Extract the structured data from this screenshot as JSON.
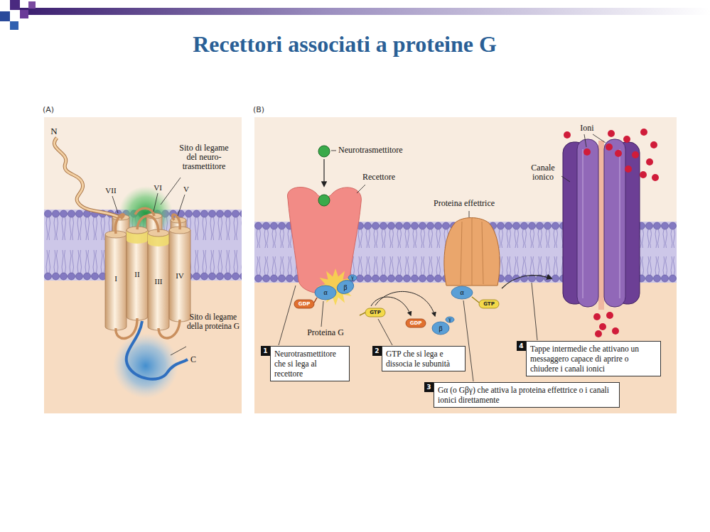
{
  "diagram": {
    "title": "Recettori associati a proteine G",
    "nodes": [
      {
        "text": [
          "(A)"
        ]
      },
      {
        "text": [
          "(B)"
        ]
      },
      {
        "text": [
          "1",
          "Neurotrasmettitore che si lega al recettore"
        ],
        "in": 1
      },
      {
        "text": [
          "2",
          "GTP che si lega e dissocia le subunità"
        ],
        "in": 1
      },
      {
        "text": [
          "3",
          "Gα (o Gβγ) che attiva la proteina effettrice o i canali ionici direttamente"
        ],
        "in": 1
      },
      {
        "text": [
          "4",
          "Tappe intermedie che attivano un messaggero capace di aprire o chiudere i canali ionici"
        ],
        "in": 1
      }
    ],
    "labels": [
      "N",
      "Sito di legame del neuro-trasmettitore",
      "VII",
      "VI",
      "V",
      "I",
      "II",
      "III",
      "IV",
      "Sito di legame della proteina G",
      "C",
      "Neurotrasmettitore",
      "Ioni",
      "Recettore",
      "Canale ionico",
      "Proteina effettrice",
      "α",
      "β",
      "γ",
      "GDP",
      "Proteina G",
      "GTP",
      "GDP",
      "β",
      "γ",
      "α",
      "GTP"
    ]
  }
}
